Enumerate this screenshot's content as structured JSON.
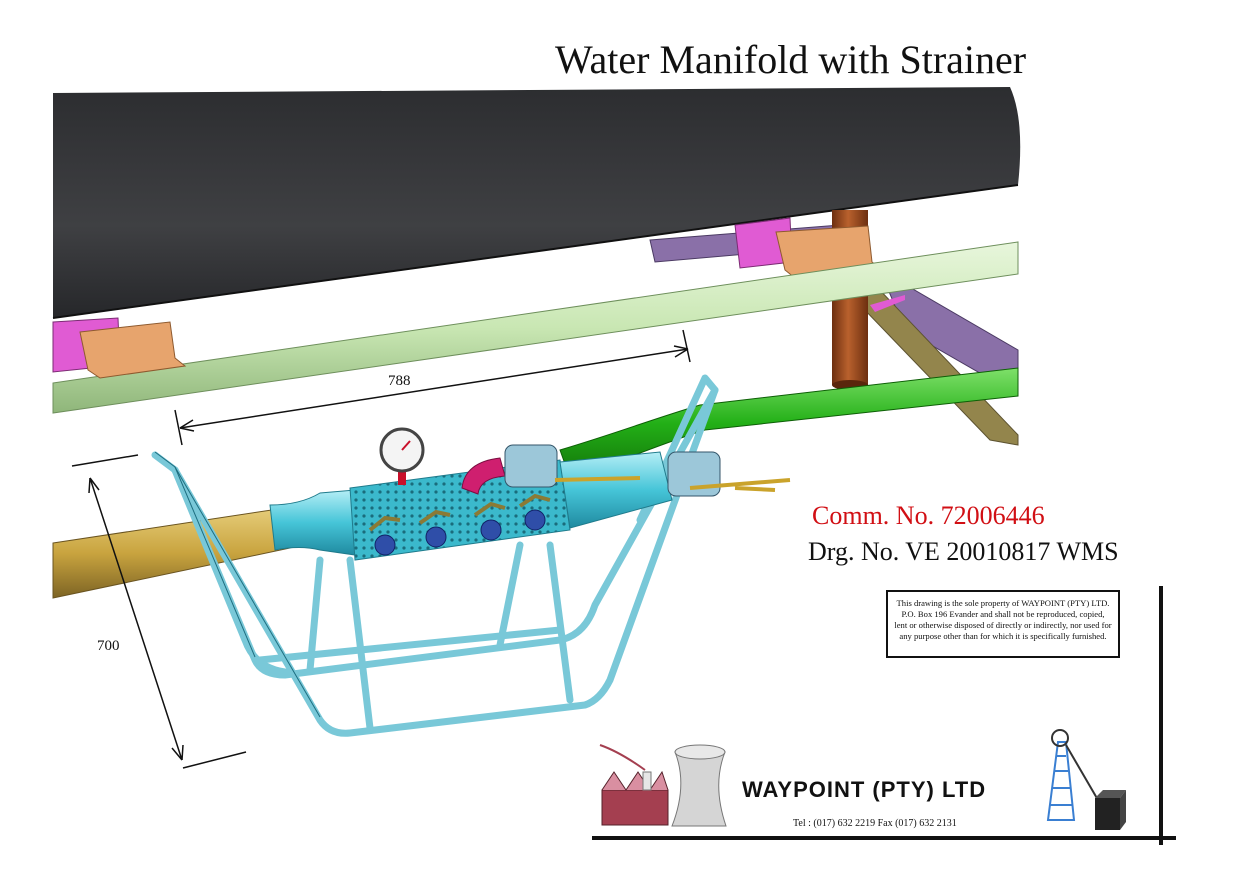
{
  "title": "Water Manifold with Strainer",
  "comm_no": "Comm. No. 72006446",
  "drg_no": "Drg. No. VE 20010817 WMS",
  "dimensions": {
    "length": "788",
    "height": "700"
  },
  "notice": "This  drawing is the sole property of WAYPOINT (PTY) LTD. P.O. Box 196 Evander and shall not be reproduced, copied, lent or otherwise disposed of directly or indirectly, nor used for any purpose other than for which it is specifically furnished.",
  "company": "WAYPOINT (PTY) LTD",
  "contact": "Tel : (017) 632 2219   Fax (017) 632 2131",
  "colors": {
    "belt": "#3f4043",
    "rail": "#c9e7b3",
    "frame": "#79c8d8",
    "supply_pipe": "#c9a43f",
    "green_pipe": "#23b017",
    "manifold": "#46c5d8",
    "pad": "#e7a46d",
    "bracket": "#e05bd3",
    "column": "#9c4a1d",
    "brace": "#93854c",
    "purple_roller": "#8a70a8",
    "title_red": "#d10f14"
  },
  "icons": [
    "pressure-gauge-icon",
    "factory-icon",
    "cooling-tower-icon",
    "headframe-icon"
  ]
}
